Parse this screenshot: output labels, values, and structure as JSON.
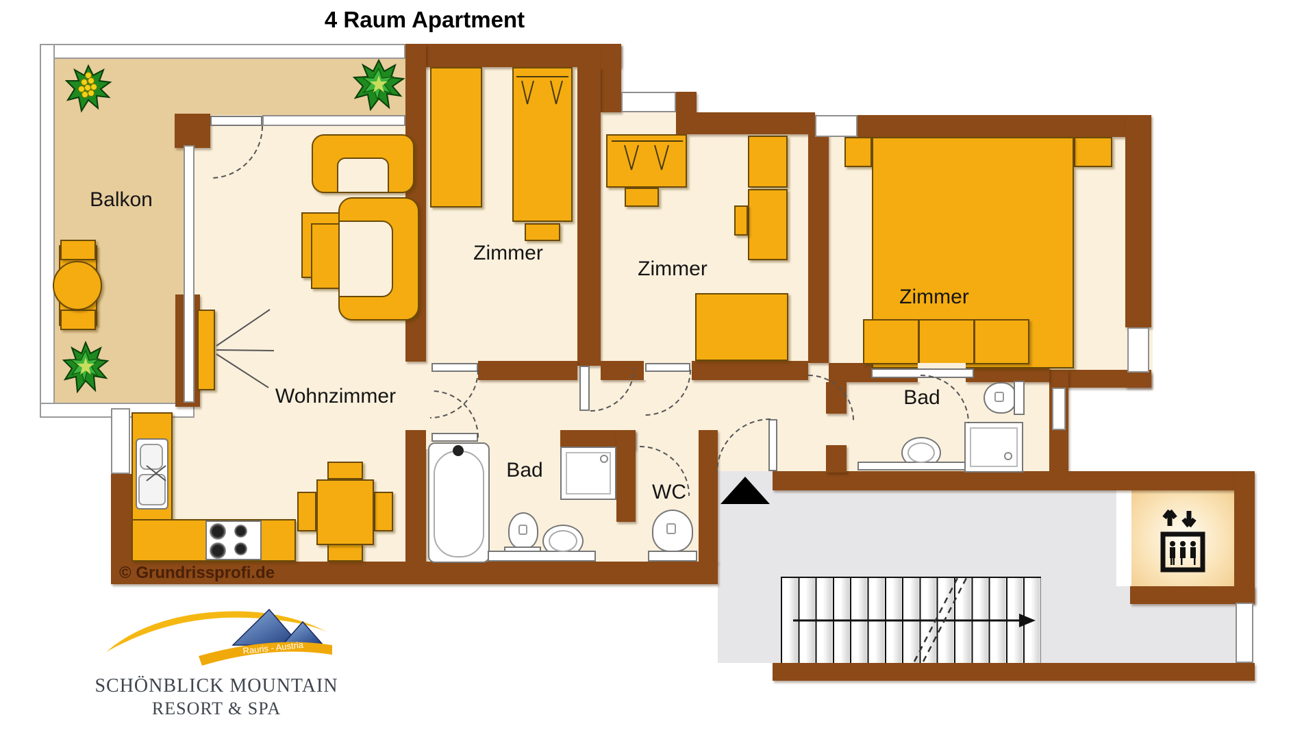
{
  "title": "4 Raum Apartment",
  "copyright": "© Grundrissprofi.de",
  "rooms": [
    {
      "id": "balkon",
      "label": "Balkon"
    },
    {
      "id": "wohnzimmer",
      "label": "Wohnzimmer"
    },
    {
      "id": "zimmer-1",
      "label": "Zimmer"
    },
    {
      "id": "zimmer-2",
      "label": "Zimmer"
    },
    {
      "id": "zimmer-3",
      "label": "Zimmer"
    },
    {
      "id": "bad-1",
      "label": "Bad"
    },
    {
      "id": "wc",
      "label": "WC"
    },
    {
      "id": "bad-2",
      "label": "Bad"
    }
  ],
  "logo": {
    "resort_line1": "SCHÖNBLICK MOUNTAIN",
    "resort_line2": "RESORT & SPA",
    "badge": "Rauris - Austria"
  },
  "colors": {
    "wall": "#8b4a17",
    "floor": "#faf0dc",
    "balcony_floor": "#e7cc9c",
    "furniture": "#f4ac10",
    "corridor": "#e6e6e8",
    "elevator_floor": "#f8ddb0",
    "plant_green": "#2fa82f",
    "logo_yellow": "#f5b812",
    "logo_blue": "#2b4d94",
    "label_text": "#151515",
    "copyright_text": "#4a2008"
  }
}
